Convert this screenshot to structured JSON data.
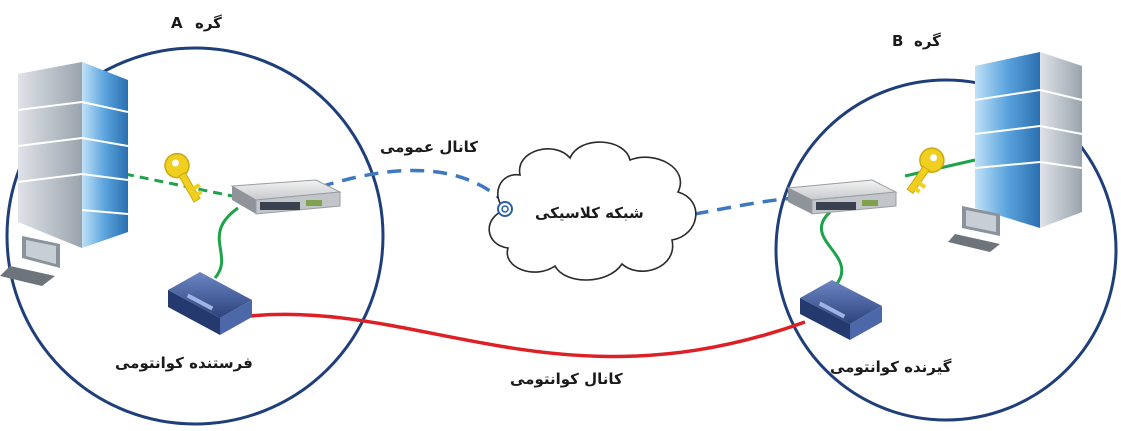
{
  "node_a": {
    "label": "گره",
    "letter": "A"
  },
  "node_b": {
    "label": "گره",
    "letter": "B"
  },
  "public_channel": {
    "label": "کانال عمومی"
  },
  "classical_network": {
    "label": "شبکه کلاسیکی"
  },
  "quantum_channel": {
    "label": "کانال کوانتومی"
  },
  "quantum_sender": {
    "label": "فرستنده کوانتومی"
  },
  "quantum_receiver": {
    "label": "گیرنده کوانتومی"
  },
  "colors": {
    "circle": "#1f3f7a",
    "classical_link": "#3d78c0",
    "quantum_link": "#dd1f26",
    "local_link": "#1ea24a",
    "key": "#f1cf1f",
    "building": "#3a86cc",
    "quantum_device": "#3d5a98"
  },
  "icons": [
    "building-icon",
    "key-icon",
    "switch-icon",
    "quantum-device-icon",
    "cloud-icon",
    "computer-icon"
  ]
}
